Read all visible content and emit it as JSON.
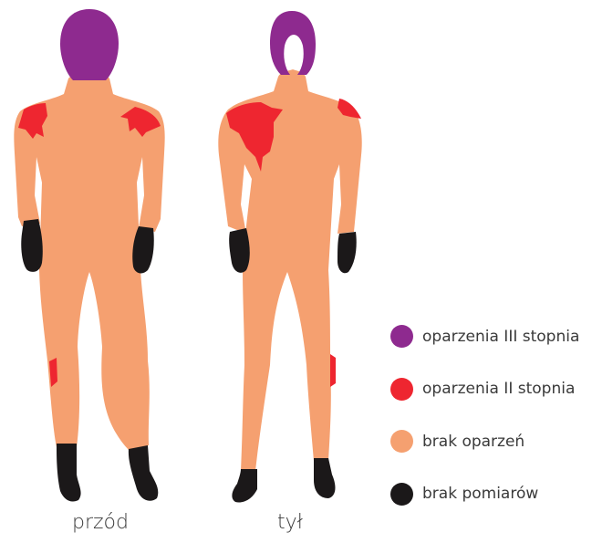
{
  "colors": {
    "skin": "#F5A070",
    "third_degree": "#8E2A8F",
    "second_degree": "#EE2630",
    "no_data": "#1B1819"
  },
  "views": {
    "front": "przód",
    "back": "tył"
  },
  "legend": [
    {
      "label": "oparzenia III stopnia",
      "color": "#8E2A8F"
    },
    {
      "label": "oparzenia II stopnia",
      "color": "#EE2630"
    },
    {
      "label": "brak oparzeń",
      "color": "#F5A070"
    },
    {
      "label": "brak pomiarów",
      "color": "#1B1819"
    }
  ]
}
